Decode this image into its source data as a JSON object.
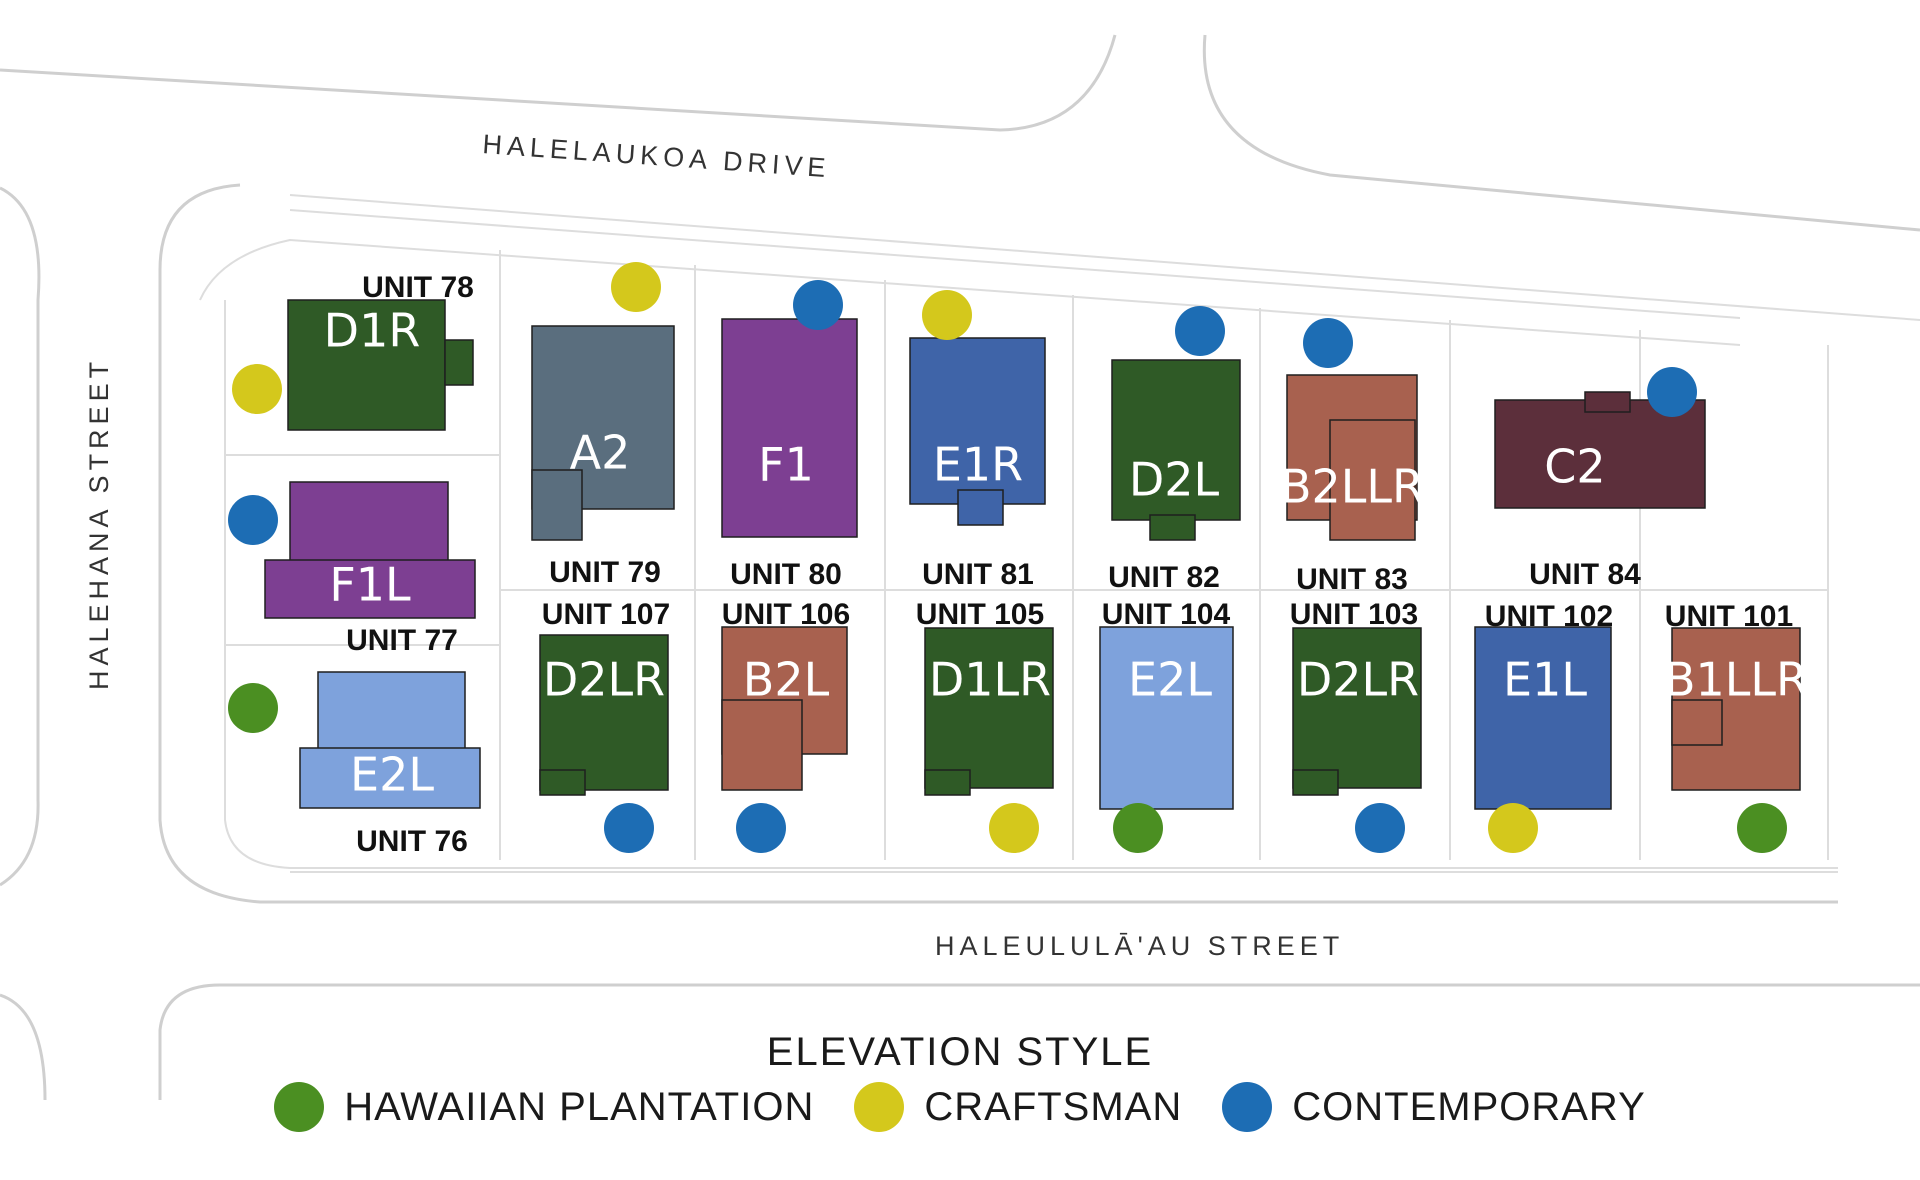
{
  "streets": {
    "north": "HALELAUKOA DRIVE",
    "west": "HALEHANA STREET",
    "south": "HALEULULĀ'AU STREET"
  },
  "legend": {
    "title": "ELEVATION STYLE",
    "items": [
      {
        "key": "plantation",
        "label": "HAWAIIAN PLANTATION",
        "color": "#4b8f22"
      },
      {
        "key": "craftsman",
        "label": "CRAFTSMAN",
        "color": "#d4c81c"
      },
      {
        "key": "contemporary",
        "label": "CONTEMPORARY",
        "color": "#1d6db4"
      }
    ]
  },
  "plan_colors": {
    "dark_green": "#2f5a26",
    "purple": "#7d3f92",
    "slate": "#5a6e7e",
    "blue": "#3f64a8",
    "light_blue": "#7ea2dc",
    "brown": "#a8614f",
    "maroon": "#5c2f3b"
  },
  "units": [
    {
      "unit": "UNIT 78",
      "plan": "D1R",
      "style": "craftsman"
    },
    {
      "unit": "UNIT 77",
      "plan": "F1L",
      "style": "contemporary"
    },
    {
      "unit": "UNIT 76",
      "plan": "E2L",
      "style": "plantation"
    },
    {
      "unit": "UNIT 79",
      "plan": "A2",
      "style": "craftsman"
    },
    {
      "unit": "UNIT 80",
      "plan": "F1",
      "style": "contemporary"
    },
    {
      "unit": "UNIT 81",
      "plan": "E1R",
      "style": "craftsman"
    },
    {
      "unit": "UNIT 82",
      "plan": "D2L",
      "style": "contemporary"
    },
    {
      "unit": "UNIT 83",
      "plan": "B2LLR",
      "style": "contemporary"
    },
    {
      "unit": "UNIT 84",
      "plan": "C2",
      "style": "contemporary"
    },
    {
      "unit": "UNIT 107",
      "plan": "D2LR",
      "style": "contemporary"
    },
    {
      "unit": "UNIT 106",
      "plan": "B2L",
      "style": "contemporary"
    },
    {
      "unit": "UNIT 105",
      "plan": "D1LR",
      "style": "craftsman"
    },
    {
      "unit": "UNIT 104",
      "plan": "E2L",
      "style": "plantation"
    },
    {
      "unit": "UNIT 103",
      "plan": "D2LR",
      "style": "contemporary"
    },
    {
      "unit": "UNIT 102",
      "plan": "E1L",
      "style": "craftsman"
    },
    {
      "unit": "UNIT 101",
      "plan": "B1LLR",
      "style": "plantation"
    }
  ]
}
